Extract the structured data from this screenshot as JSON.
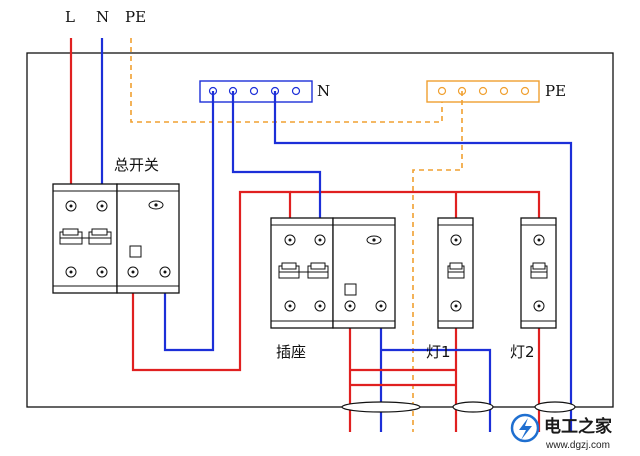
{
  "labels": {
    "L": "L",
    "N": "N",
    "PE": "PE",
    "n_bar": "N",
    "pe_bar": "PE",
    "main_switch": "总开关",
    "socket": "插座",
    "lamp1": "灯1",
    "lamp2": "灯2"
  },
  "watermark": {
    "name": "电工之家",
    "url": "www.dgzj.com"
  },
  "colors": {
    "live": "#e02020",
    "neutral": "#1c2fd8",
    "earth": "#f0a030",
    "frame": "#111111"
  },
  "icons": [
    "breaker-2pole",
    "rcd-test-button",
    "breaker-1pole",
    "terminal-screw",
    "cable-bundle-ellipse",
    "lightning-logo-icon"
  ]
}
